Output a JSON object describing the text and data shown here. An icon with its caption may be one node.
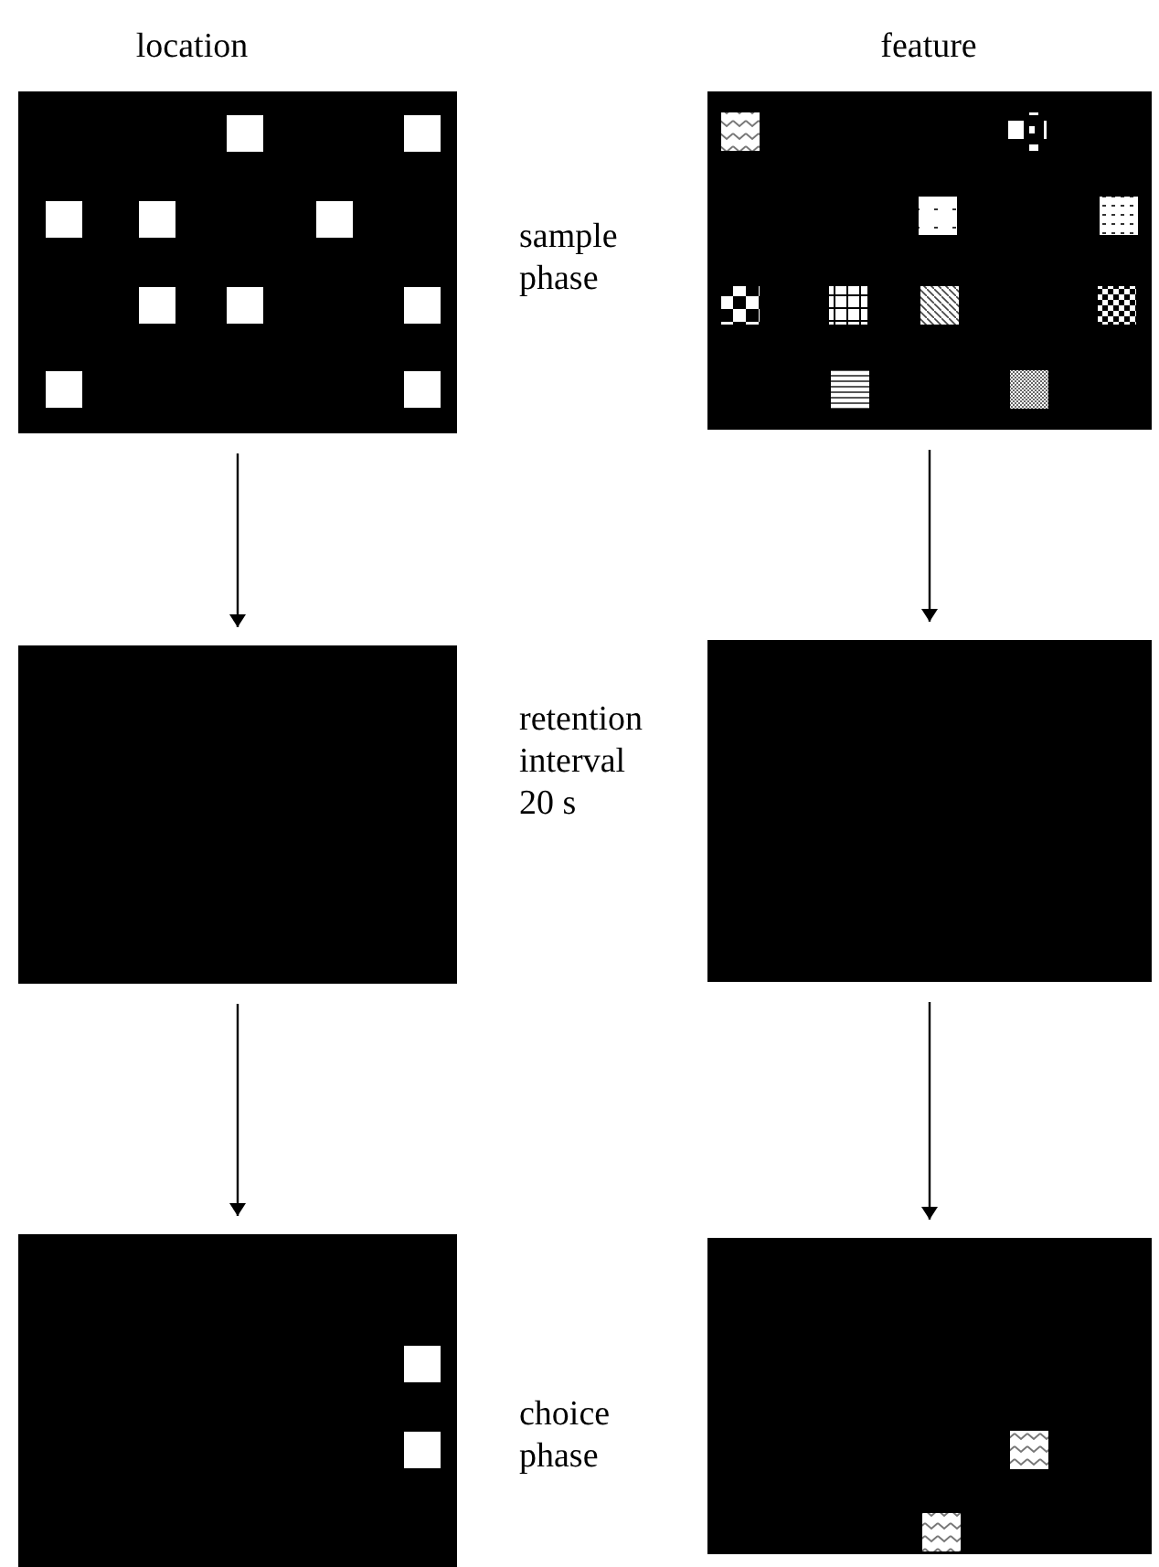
{
  "diagram": {
    "nodes": [
      {
        "text": [],
        "shape": "box"
      },
      {
        "text": [],
        "shape": "box"
      },
      {
        "text": [],
        "shape": "box"
      },
      {
        "text": [],
        "shape": "box"
      },
      {
        "text": [],
        "shape": "box"
      },
      {
        "text": [],
        "shape": "box"
      }
    ],
    "edges": [
      {
        "from": 0,
        "to": 2,
        "arrow": "to"
      },
      {
        "from": 2,
        "to": 4,
        "arrow": "to"
      },
      {
        "from": 1,
        "to": 3,
        "arrow": "to"
      },
      {
        "from": 3,
        "to": 5,
        "arrow": "to"
      }
    ],
    "labels": [
      "location",
      "feature",
      "sample phase",
      "retention interval 20 s",
      "choice phase"
    ]
  }
}
